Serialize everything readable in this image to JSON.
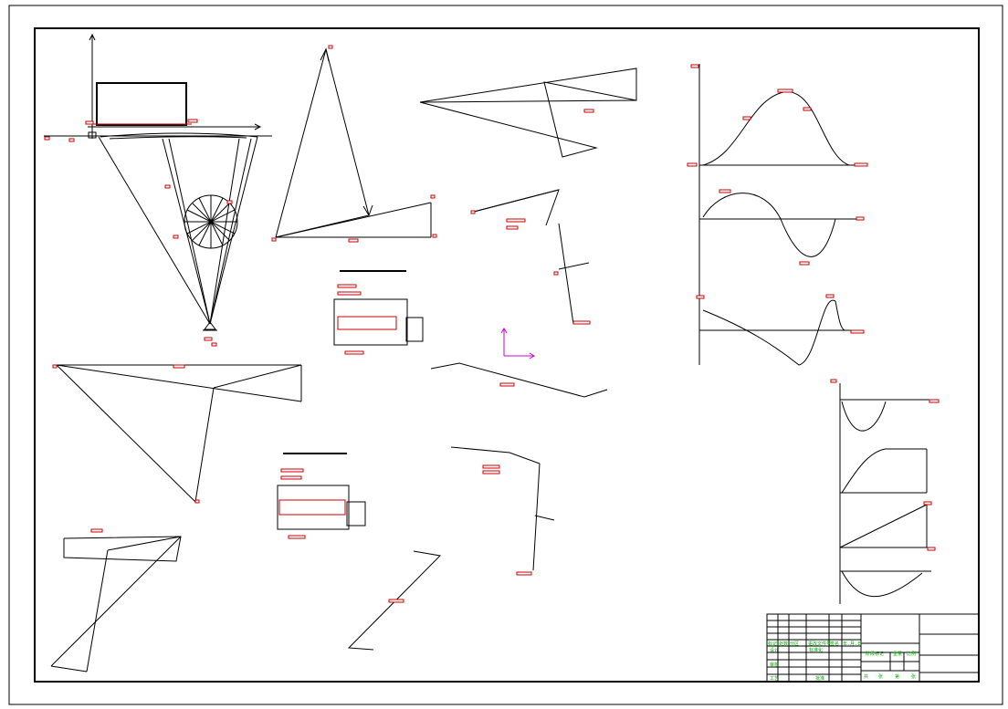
{
  "drawing": {
    "background": "#ffffff",
    "line_color": "#000000",
    "annotation_color": "#cc0000",
    "title_text_color": "#00aa00",
    "ucs_color": "#cc00cc"
  },
  "title_block": {
    "header_row": [
      "标记",
      "处数",
      "分区",
      "更改文件号",
      "签名",
      "年.月.日"
    ],
    "row_labels": [
      "设计",
      "审核",
      "工艺"
    ],
    "row_mid_labels": [
      "标准化",
      "批准"
    ],
    "stage_labels": [
      "阶段标记",
      "重量",
      "比例"
    ],
    "sheet_labels": [
      "共",
      "张",
      "第",
      "张"
    ]
  }
}
